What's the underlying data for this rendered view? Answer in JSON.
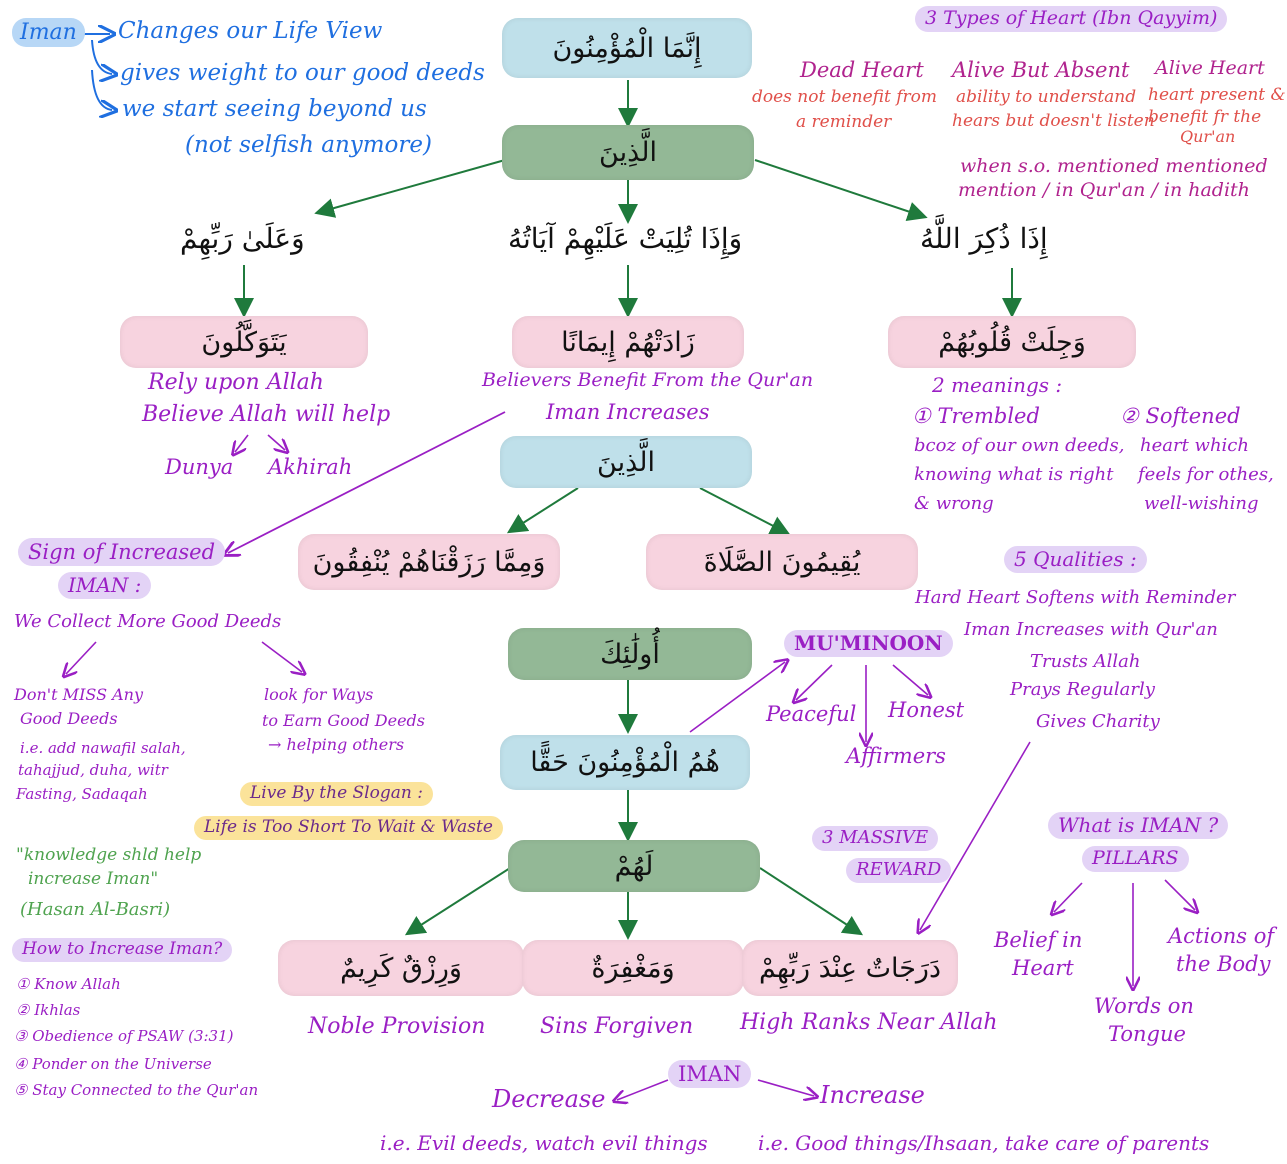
{
  "colors": {
    "blue_box": "#bfe0ea",
    "green_box": "#93b896",
    "pink_box": "#f7d3df",
    "arrow": "#1f7a3c",
    "purple_ink": "#9a1fc4",
    "blue_ink": "#1f6fe0",
    "red_ink": "#e0504a",
    "green_ink": "#4fa34f"
  },
  "iman_notes": {
    "label": "Iman",
    "items": [
      "Changes our Life View",
      "gives weight to our good deeds",
      "we start seeing beyond us",
      "(not selfish anymore)"
    ]
  },
  "boxes": {
    "innama": "إِنَّمَا الْمُؤْمِنُونَ",
    "alladhina_1": "الَّذِينَ",
    "left_branch": "وَعَلَىٰ رَبِّهِمْ",
    "middle_branch": "وَإِذَا تُلِيَتْ عَلَيْهِمْ آيَاتُهُ",
    "right_branch": "إِذَا ذُكِرَ اللَّهُ",
    "yatawakkalun": "يَتَوَكَّلُونَ",
    "zadathum": "زَادَتْهُمْ إِيمَانًا",
    "wajilat": "وَجِلَتْ قُلُوبُهُمْ",
    "alladhina_2": "الَّذِينَ",
    "wamimma": "وَمِمَّا رَزَقْنَاهُمْ يُنْفِقُونَ",
    "yuqimuna": "يُقِيمُونَ الصَّلَاةَ",
    "ulaika": "أُولَٰئِكَ",
    "hum": "هُمُ الْمُؤْمِنُونَ حَقًّا",
    "lahum": "لَهُمْ",
    "rizq": "وَرِزْقٌ كَرِيمٌ",
    "maghfira": "وَمَغْفِرَةٌ",
    "darajat": "دَرَجَاتٌ عِنْدَ رَبِّهِمْ"
  },
  "hearts": {
    "title": "3 Types of Heart (Ibn Qayyim)",
    "dead_title": "Dead Heart",
    "dead_desc": [
      "does not benefit from",
      "a reminder"
    ],
    "absent_title": "Alive But Absent",
    "absent_desc": [
      "ability to understand",
      "hears but doesn't listen"
    ],
    "alive_title": "Alive Heart",
    "alive_desc": [
      "heart present &",
      "benefit fr the",
      "Qur'an"
    ],
    "mention_row1": "when s.o. mentioned   mentioned",
    "mention_row2": "mention / in Qur'an / in hadith"
  },
  "tawakkul": {
    "line1": "Rely upon Allah",
    "line2": "Believe Allah will help",
    "dunya": "Dunya",
    "akhirah": "Akhirah"
  },
  "quran_benefit": {
    "line1": "Believers Benefit From the Qur'an",
    "line2": "Iman Increases"
  },
  "meanings": {
    "title": "2 meanings :",
    "m1_title": "① Trembled",
    "m1_lines": [
      "bcoz of our own deeds,",
      "knowing what is right",
      "& wrong"
    ],
    "m2_title": "② Softened",
    "m2_lines": [
      "heart which",
      "feels for othes,",
      "well-wishing"
    ]
  },
  "sign": {
    "title1": "Sign of Increased",
    "title2": "IMAN :",
    "collect": "We Collect More Good Deeds",
    "left_lines": [
      "Don't MISS Any",
      "Good Deeds",
      "i.e. add nawafil salah,",
      "tahajjud, duha, witr",
      "Fasting, Sadaqah"
    ],
    "right_lines": [
      "look for Ways",
      "to Earn Good Deeds",
      "→ helping others"
    ]
  },
  "slogan": {
    "line1": "Live By the Slogan :",
    "line2": "Life is Too Short To Wait & Waste"
  },
  "quote": {
    "lines": [
      "\"knowledge shld help",
      "increase Iman\"",
      "(Hasan Al-Basri)"
    ]
  },
  "how": {
    "title": "How to Increase Iman?",
    "items": [
      "① Know Allah",
      "② Ikhlas",
      "③ Obedience of PSAW (3:31)",
      "④ Ponder on the Universe",
      "⑤ Stay Connected to the Qur'an"
    ]
  },
  "qualities": {
    "title": "5 Qualities :",
    "items": [
      "Hard Heart Softens with Reminder",
      "Iman Increases with Qur'an",
      "Trusts Allah",
      "Prays Regularly",
      "Gives Charity"
    ]
  },
  "muminoon": {
    "title": "MU'MINOON",
    "peaceful": "Peaceful",
    "honest": "Honest",
    "affirmers": "Affirmers"
  },
  "reward": {
    "line1": "3 MASSIVE",
    "line2": "REWARD"
  },
  "pillars": {
    "q": "What is IMAN ?",
    "title": "PILLARS",
    "belief": [
      "Belief in",
      "Heart"
    ],
    "actions": [
      "Actions of",
      "the Body"
    ],
    "words": [
      "Words on",
      "Tongue"
    ]
  },
  "rewards": {
    "noble": "Noble Provision",
    "sins": "Sins Forgiven",
    "ranks": "High Ranks Near Allah"
  },
  "bottom": {
    "iman": "IMAN",
    "decrease": "Decrease",
    "increase": "Increase",
    "decrease_eg": "i.e. Evil deeds, watch evil things",
    "increase_eg": "i.e. Good things/Ihsaan, take care of parents"
  }
}
